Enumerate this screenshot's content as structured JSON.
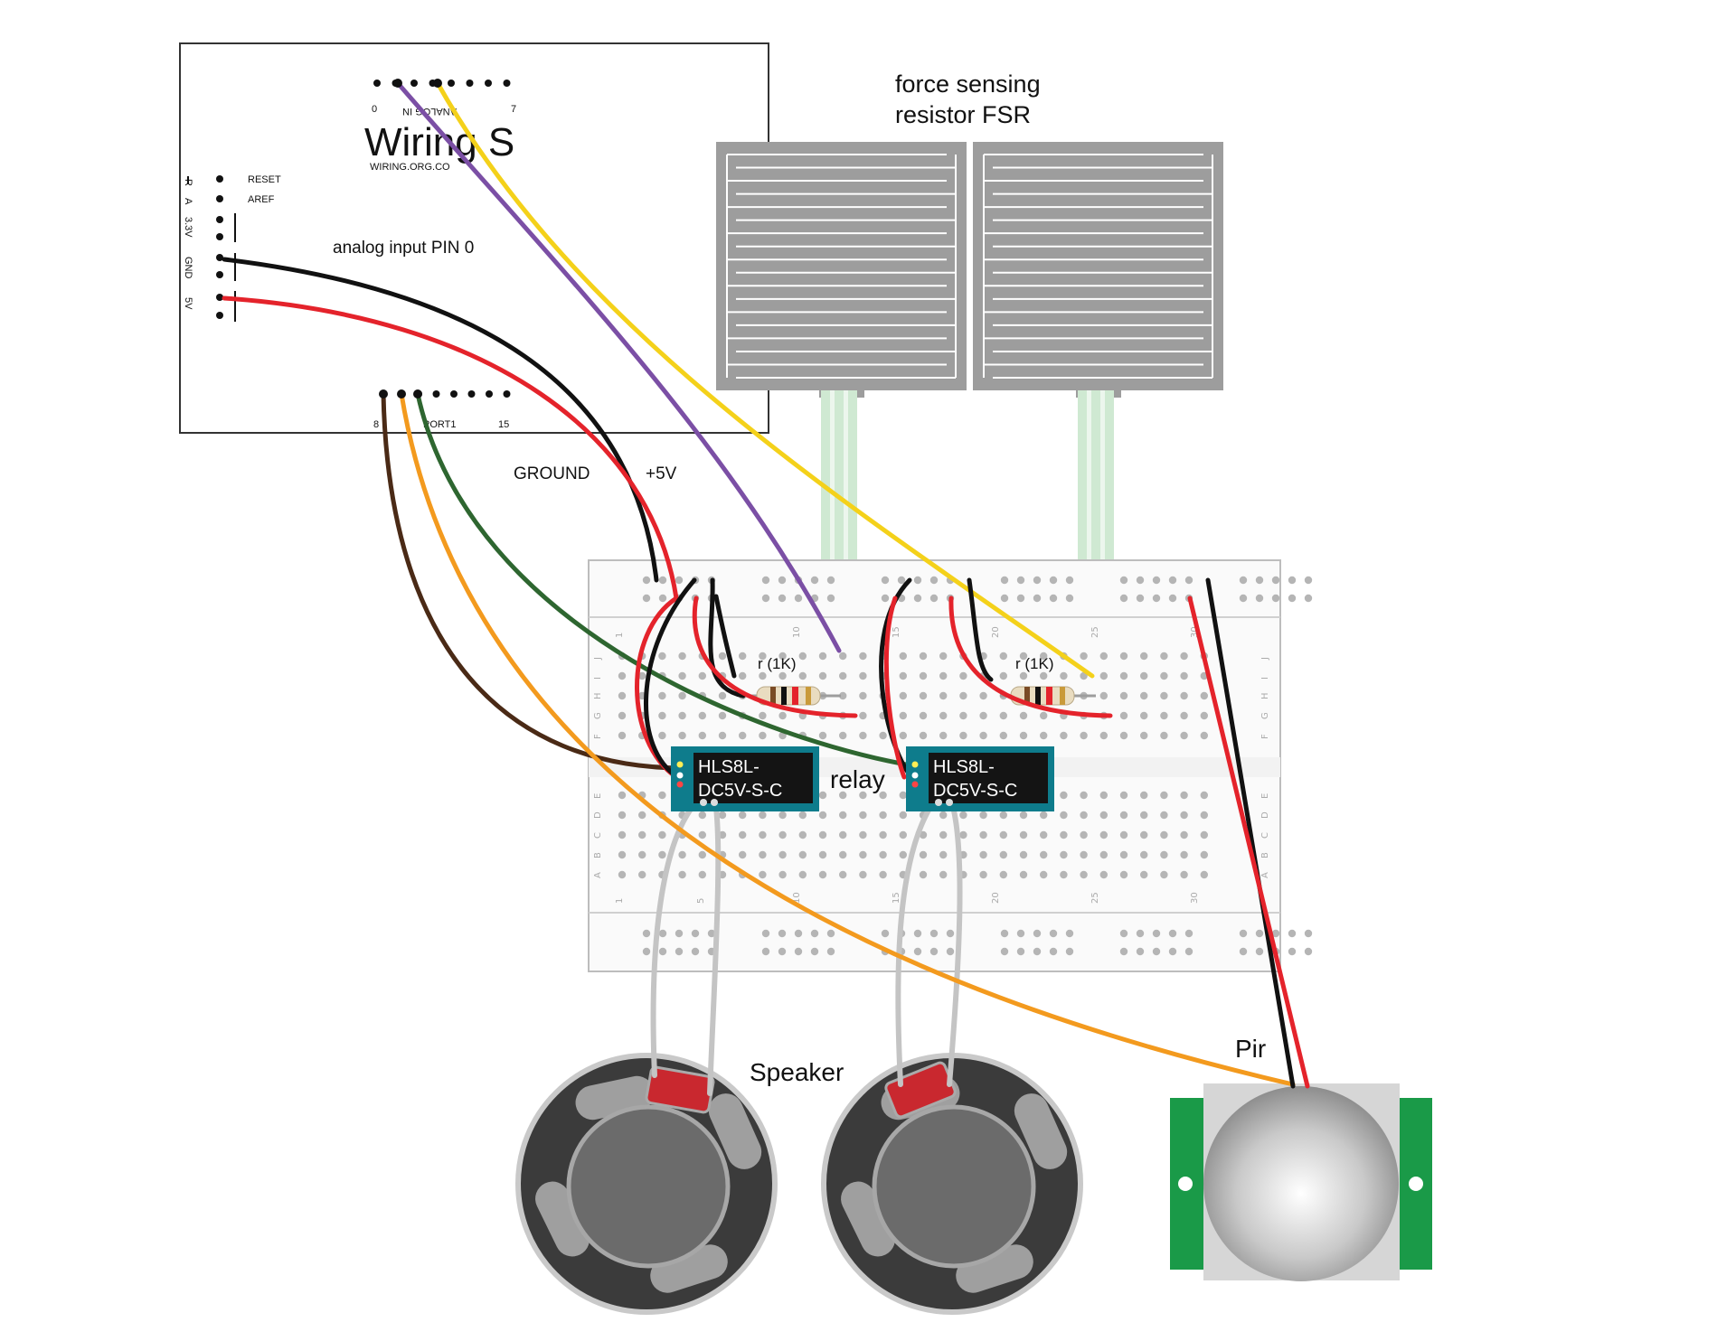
{
  "board": {
    "logo": "Wiring S",
    "site": "WIRING.ORG.CO",
    "reset": "RESET",
    "aref": "AREF",
    "side_r": "R",
    "side_a": "A",
    "side_33": "3.3V",
    "side_gnd": "GND",
    "side_5v": "5V",
    "analog_0": "0",
    "analog_7": "7",
    "analog_label": "ANALOG IN",
    "port_8": "8",
    "port_label": "PORT1",
    "port_15": "15"
  },
  "labels": {
    "analog_input": "analog input PIN 0",
    "ground": "GROUND",
    "plus5v": "+5V",
    "fsr_line1": "force sensing",
    "fsr_line2": "resistor FSR",
    "resistor_a": "r (1K)",
    "resistor_b": "r (1K)",
    "relay": "relay",
    "relay_a_line1": "HLS8L-",
    "relay_a_line2": "DC5V-S-C",
    "relay_b_line1": "HLS8L-",
    "relay_b_line2": "DC5V-S-C",
    "speaker": "Speaker",
    "pir": "Pir"
  },
  "breadboard": {
    "row_letters_top": [
      "J",
      "I",
      "H",
      "G",
      "F"
    ],
    "row_letters_bottom": [
      "E",
      "D",
      "C",
      "B",
      "A"
    ],
    "column_numbers": [
      "1",
      "5",
      "10",
      "15",
      "20",
      "25",
      "30"
    ]
  },
  "colors": {
    "ground_wire": "#111111",
    "power_wire": "#e4232b",
    "analog_wire_1": "#7b4fa5",
    "analog_wire_2": "#f4d11a",
    "port_wire_1": "#4a2a16",
    "port_wire_2": "#f39a1e",
    "port_wire_3": "#2e6630",
    "relay_body": "#0e7c8c",
    "pir_board": "#1a9a48"
  }
}
